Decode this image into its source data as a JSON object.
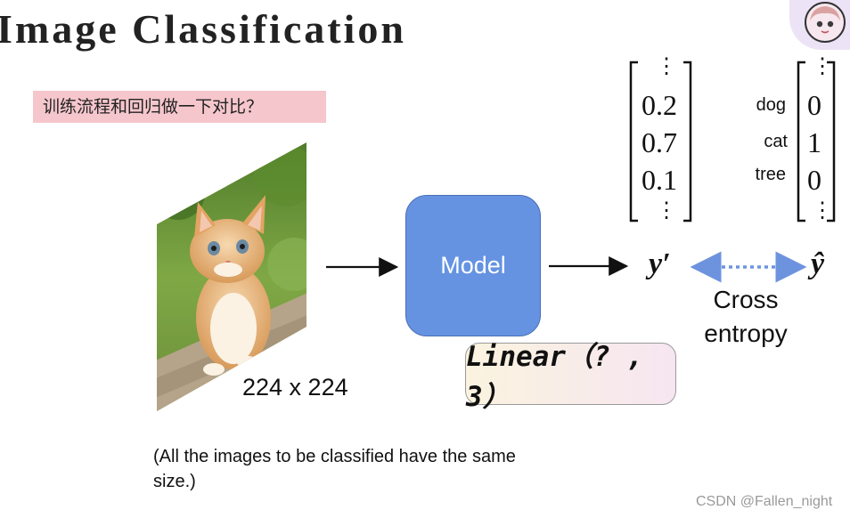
{
  "slide": {
    "title": "Image Classification",
    "question": "训练流程和回归做一下对比？",
    "image_size_label": "224 x 224",
    "note": "(All the images to be classified have the same size.)",
    "model_label": "Model",
    "linear_label": "Linear（? , 3）",
    "watermark": "CSDN @Fallen_night"
  },
  "prediction_vector": {
    "values": [
      "0.2",
      "0.7",
      "0.1"
    ],
    "symbol": "y′"
  },
  "target_vector": {
    "classes": [
      "dog",
      "cat",
      "tree"
    ],
    "values": [
      "0",
      "1",
      "0"
    ],
    "symbol": "ŷ"
  },
  "loss": {
    "line1": "Cross",
    "line2": "entropy"
  },
  "colors": {
    "model_fill": "#6593e2",
    "question_bg": "#f5c6cc",
    "loss_arrow": "#6d93de"
  }
}
